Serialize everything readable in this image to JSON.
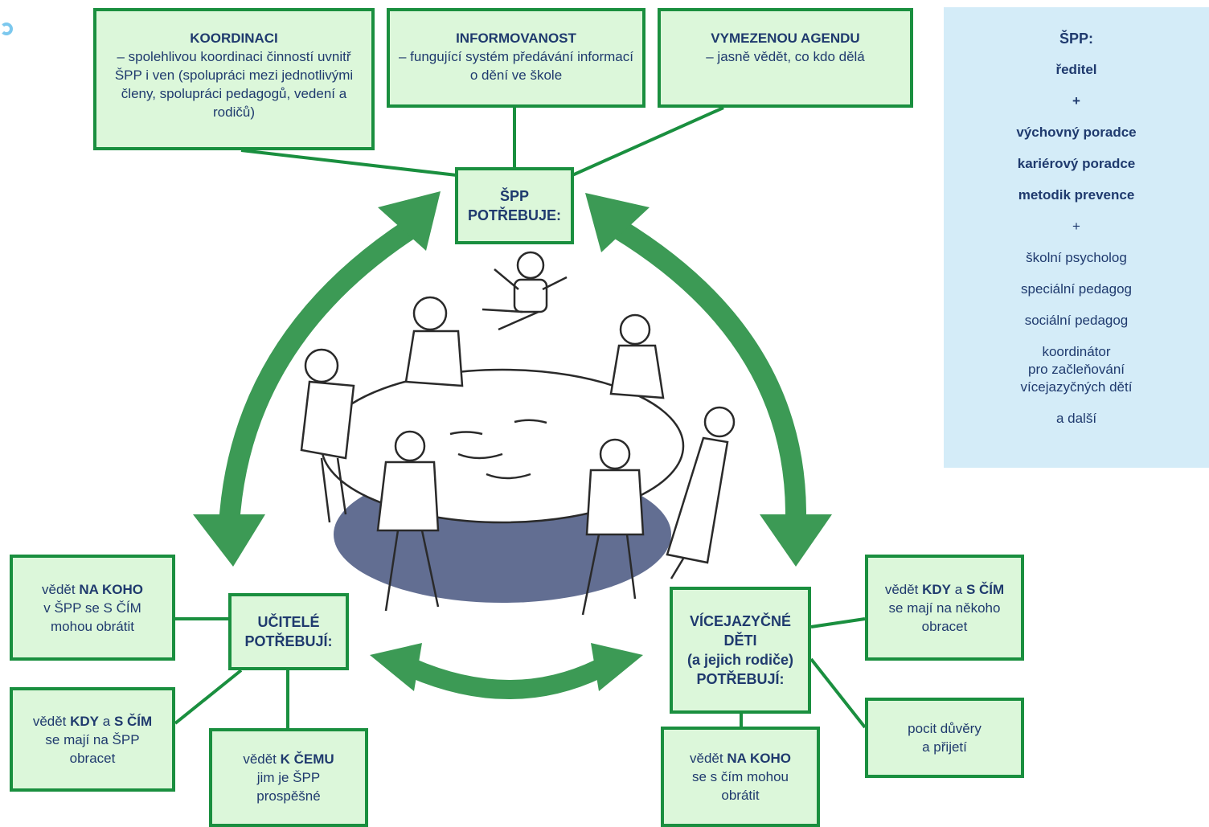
{
  "top_needs": {
    "coordination": {
      "title": "KOORDINACI",
      "text": "– spolehlivou koordinaci činností uvnitř ŠPP i ven (spolupráci mezi jednotlivými členy, spolupráci pedagogů, vedení a rodičů)"
    },
    "information": {
      "title": "INFORMOVANOST",
      "text": "– fungující systém předávání informací o dění ve škole"
    },
    "agenda": {
      "title": "VYMEZENOU AGENDU",
      "text": "– jasně vědět, co kdo dělá"
    }
  },
  "spp_hub": {
    "line1": "ŠPP",
    "line2": "POTŘEBUJE:"
  },
  "teachers": {
    "hub_line1": "UČITELÉ",
    "hub_line2": "POTŘEBUJÍ:",
    "need1": {
      "a": "vědět ",
      "b": "NA KOHO",
      "c": "v ŠPP se S ČÍM",
      "d": "mohou obrátit"
    },
    "need2": {
      "a": "vědět ",
      "b": "KDY",
      "c": " a ",
      "d": "S ČÍM",
      "e": "se mají na ŠPP",
      "f": "obracet"
    },
    "need3": {
      "a": "vědět ",
      "b": "K ČEMU",
      "c": "jim je ŠPP",
      "d": "prospěšné"
    }
  },
  "children": {
    "hub_line1": "VÍCEJAZYČNÉ",
    "hub_line2": "DĚTI",
    "hub_line3": "(a jejich rodiče)",
    "hub_line4": "POTŘEBUJÍ:",
    "need1": {
      "a": "vědět ",
      "b": "KDY",
      "c": " a ",
      "d": "S ČÍM",
      "e": "se mají na někoho",
      "f": "obracet"
    },
    "need2": {
      "a": "pocit důvěry",
      "b": "a přijetí"
    },
    "need3": {
      "a": "vědět ",
      "b": "NA KOHO",
      "c": "se s čím mohou",
      "d": "obrátit"
    }
  },
  "roster": {
    "title": "ŠPP:",
    "bold_items": [
      "ředitel",
      "+",
      "výchovný poradce",
      "kariérový poradce",
      "metodik prevence"
    ],
    "plus": "+",
    "items": [
      "školní psycholog",
      "speciální pedagog",
      "sociální pedagog"
    ],
    "coordinator": [
      "koordinátor",
      "pro začleňování",
      "vícejazyčných dětí"
    ],
    "other": "a další"
  },
  "colors": {
    "box_fill": "#dcf7da",
    "box_border": "#1a8f3f",
    "arrow": "#3c9a55",
    "text": "#1f3a6e",
    "roster_fill": "#d4ecf8"
  },
  "illustration": "people-holding-parachute-icon"
}
